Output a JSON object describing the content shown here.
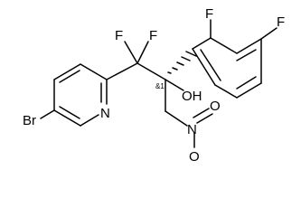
{
  "molecule": {
    "atoms": {
      "bromine": "Br",
      "pyridine_nitrogen": "N",
      "fluorine_cf2_left": "F",
      "fluorine_cf2_right": "F",
      "fluorine_ring_ortho": "F",
      "fluorine_ring_para": "F",
      "hydroxyl": "OH",
      "nitro_nitrogen": "N",
      "nitro_oxygen_top": "O",
      "nitro_oxygen_bottom": "O"
    },
    "stereo_label": "&1"
  }
}
